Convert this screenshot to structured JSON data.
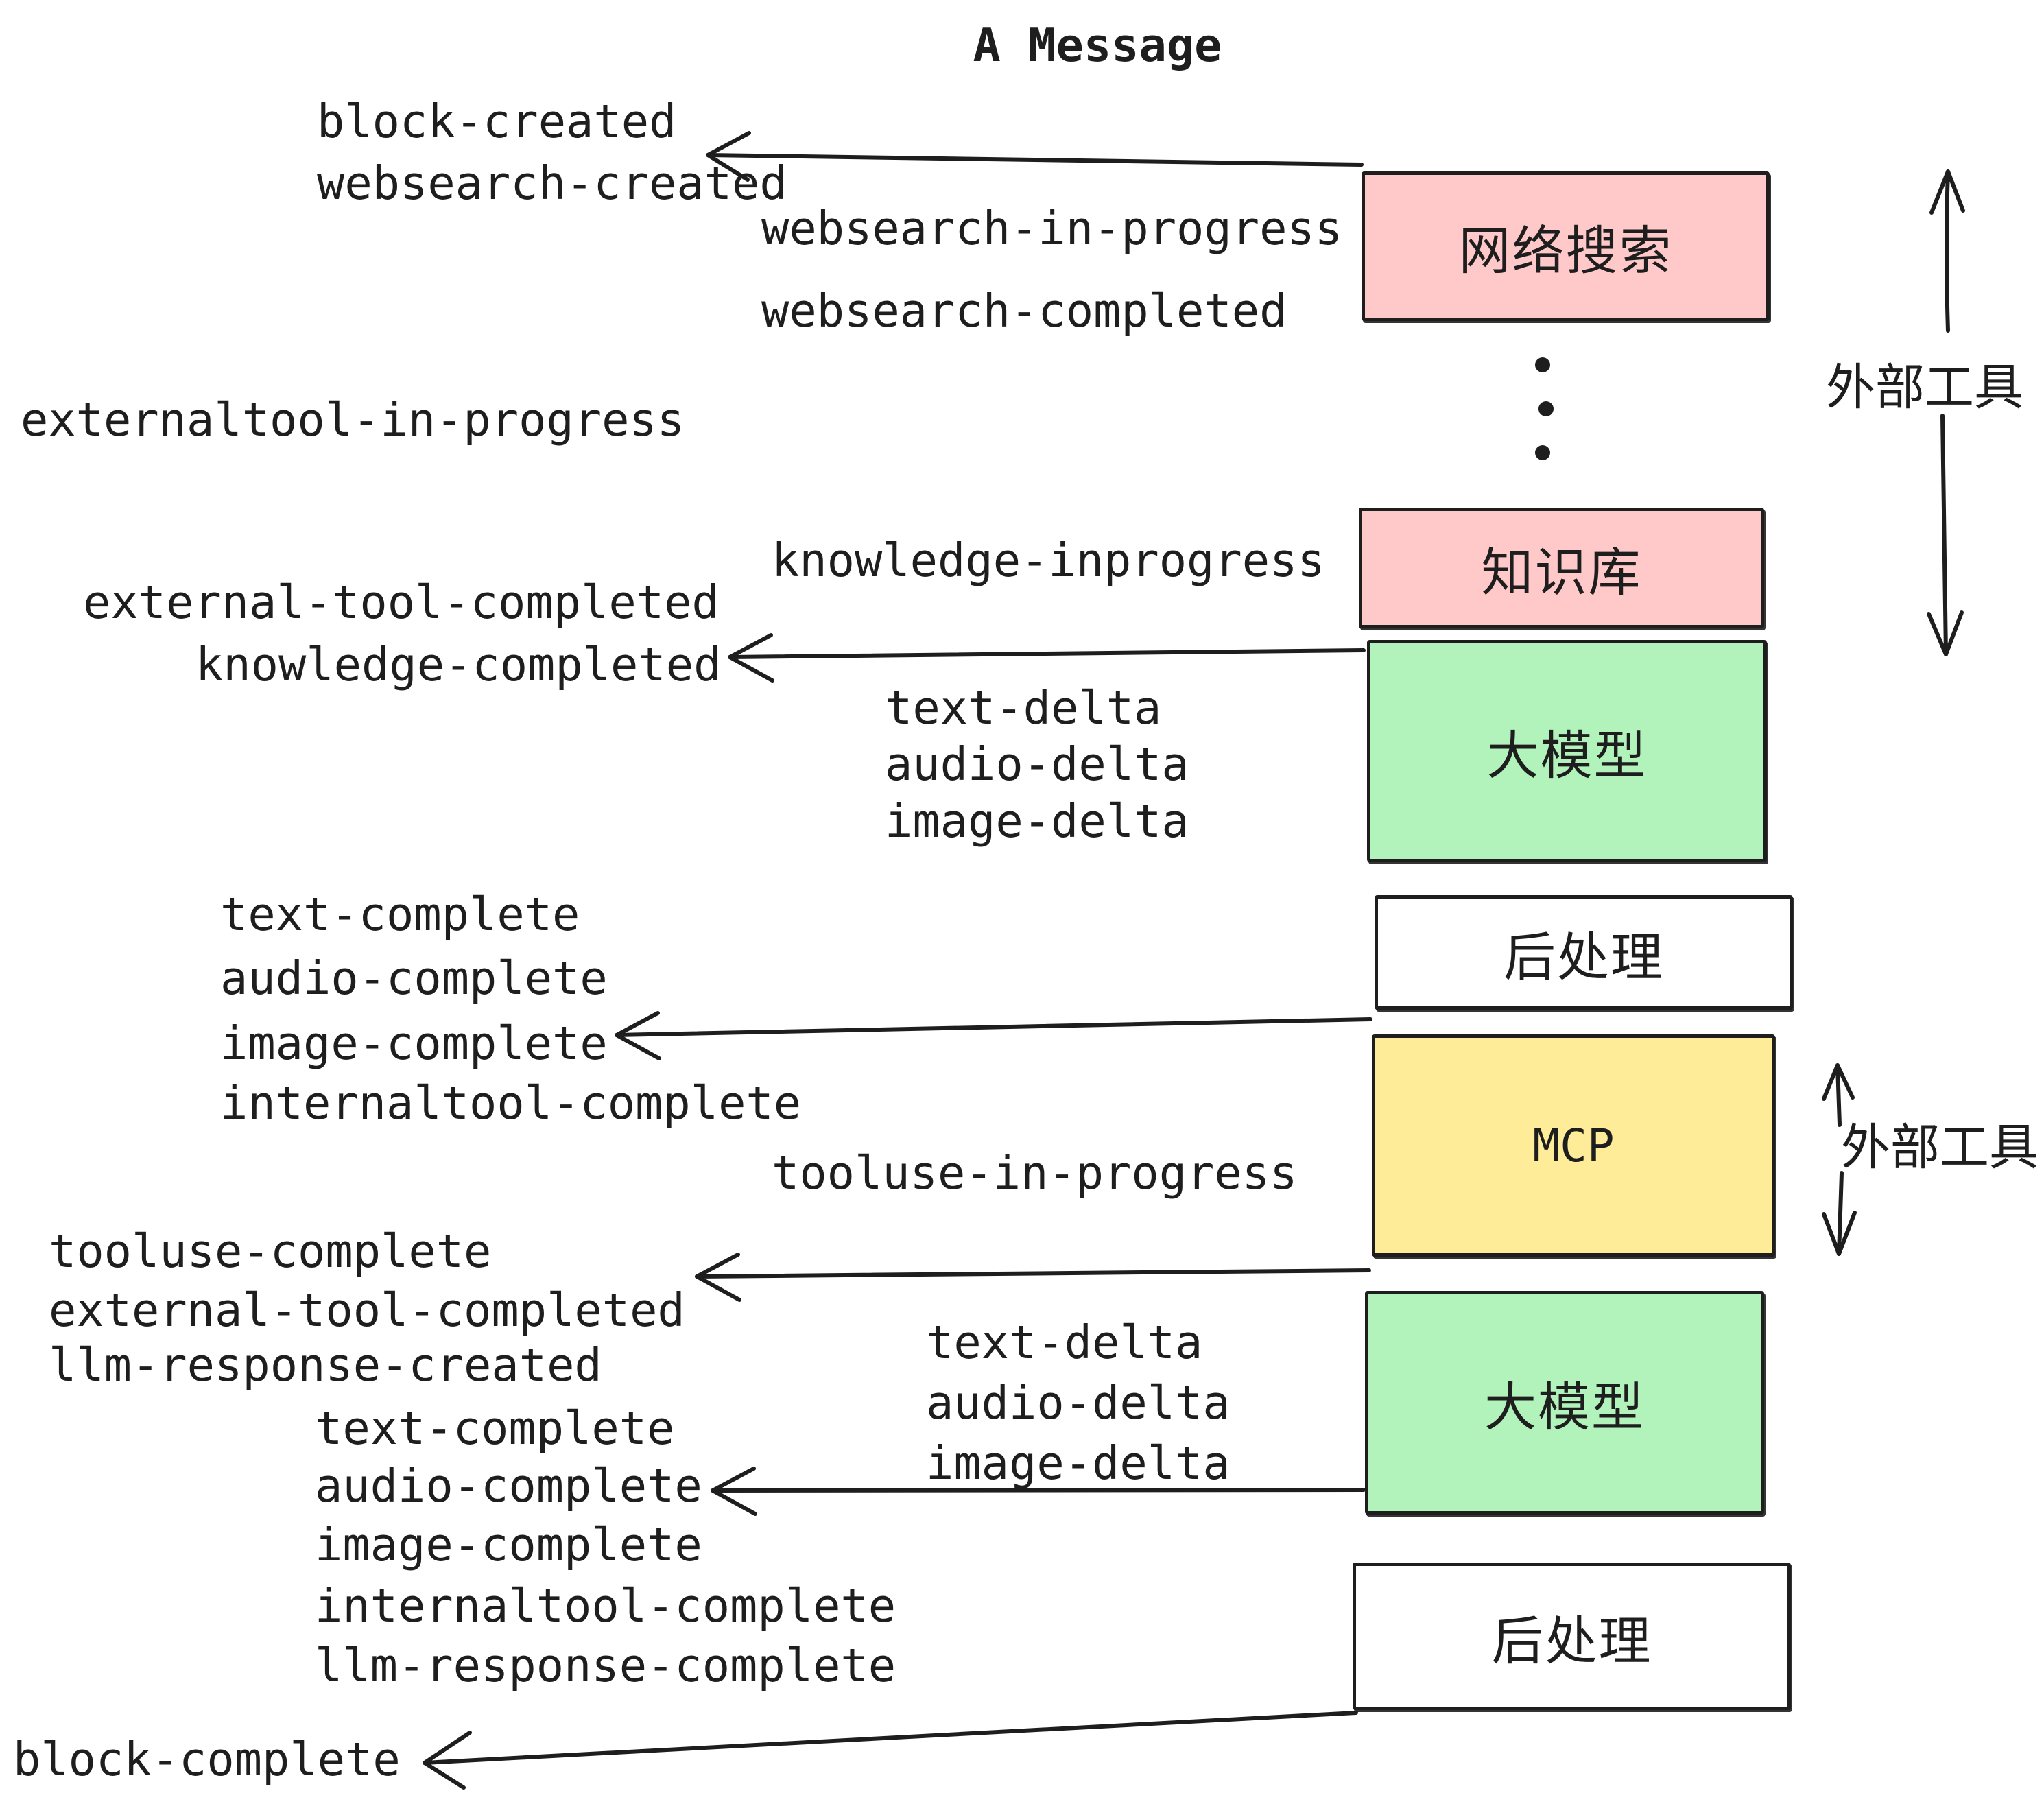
{
  "title": "A Message",
  "colors": {
    "ink": "#1e1e1e",
    "pink": "#ffc9c9",
    "green": "#b2f2bb",
    "yellow": "#ffec99",
    "white": "#ffffff"
  },
  "boxes": {
    "websearch": "网络搜索",
    "knowledge": "知识库",
    "llm1": "大模型",
    "post1": "后处理",
    "mcp": "MCP",
    "llm2": "大模型",
    "post2": "后处理"
  },
  "side": {
    "external_tools_top": "外部工具",
    "external_tools_mid": "外部工具"
  },
  "events": {
    "block_created": "block-created",
    "websearch_created": "websearch-created",
    "websearch_in_progress": "websearch-in-progress",
    "websearch_completed": "websearch-completed",
    "externaltool_in_progress": "externaltool-in-progress",
    "knowledge_inprogress": "knowledge-inprogress",
    "external_tool_completed_1": "external-tool-completed",
    "knowledge_completed": "knowledge-completed",
    "delta1": [
      "text-delta",
      "audio-delta",
      "image-delta"
    ],
    "complete1": [
      "text-complete",
      "audio-complete",
      "image-complete",
      "internaltool-complete"
    ],
    "tooluse_in_progress": "tooluse-in-progress",
    "tooluse_complete": "tooluse-complete",
    "external_tool_completed_2": "external-tool-completed",
    "llm_response_created": "llm-response-created",
    "delta2": [
      "text-delta",
      "audio-delta",
      "image-delta"
    ],
    "complete2": [
      "text-complete",
      "audio-complete",
      "image-complete",
      "internaltool-complete",
      "llm-response-complete"
    ],
    "block_complete": "block-complete"
  }
}
